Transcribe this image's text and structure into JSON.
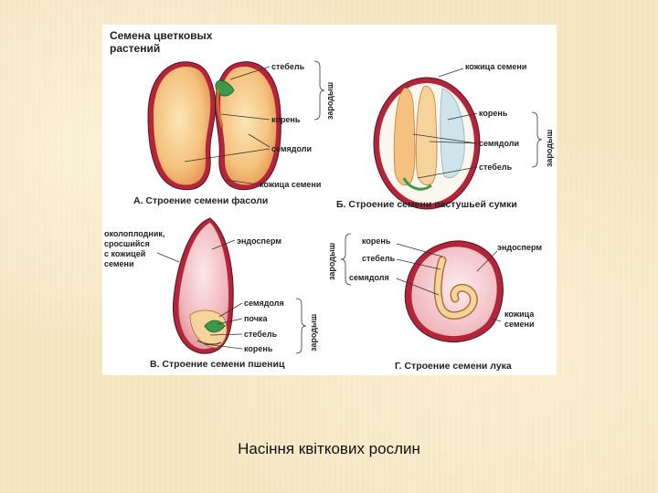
{
  "header": {
    "title_line1": "Семена цветковых",
    "title_line2": "растений"
  },
  "panelA": {
    "caption": "А. Строение семени фасоли",
    "labels": {
      "stem": "стебель",
      "root": "корень",
      "cotyledons": "семядоли",
      "coat": "кожица семени",
      "embryo": "зародыш"
    }
  },
  "panelB": {
    "caption": "Б. Строение  семени пастушьей сумки",
    "labels": {
      "coat": "кожица семени",
      "root": "корень",
      "cotyledons": "семядоли",
      "stem": "стебель",
      "embryo": "зародыш"
    }
  },
  "panelC": {
    "caption": "В. Строение семени пшениц",
    "labels": {
      "pericarp_1": "околоплодник,",
      "pericarp_2": "сросшийся",
      "pericarp_3": "с кожицей",
      "pericarp_4": "семени",
      "endosperm": "эндосперм",
      "cotyledon": "семядоля",
      "bud": "почка",
      "stem": "стебель",
      "root": "корень",
      "embryo": "зародыш"
    }
  },
  "panelD": {
    "caption": "Г. Строение семени лука",
    "labels": {
      "root": "корень",
      "stem": "стебель",
      "cotyledon": "семядоля",
      "endosperm": "эндосперм",
      "coat_1": "кожица",
      "coat_2": "семени",
      "embryo": "зародыш"
    }
  },
  "footer": {
    "caption": "Насіння квіткових рослин"
  },
  "colors": {
    "background": "#f7e8c4",
    "seed_coat": "#b3263a",
    "cotyledon_fill": "#f6c98a",
    "endosperm_fill": "#f3c4c8",
    "embryo_green": "#3a9a4a"
  }
}
